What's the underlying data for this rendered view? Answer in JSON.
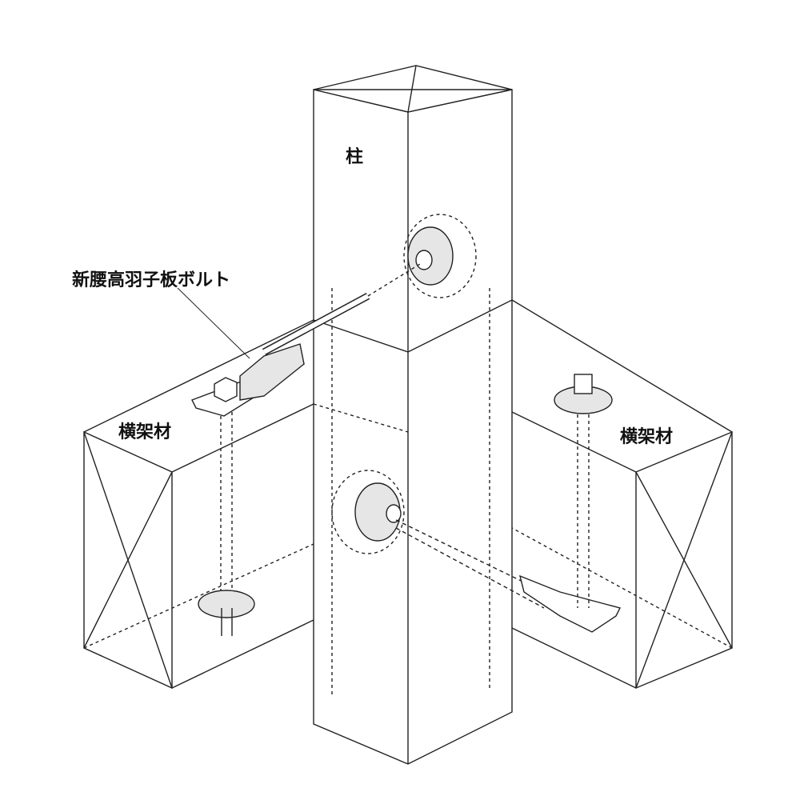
{
  "labels": {
    "column": "柱",
    "bolt": "新腰高羽子板ボルト",
    "beam_left": "横架材",
    "beam_right": "横架材"
  },
  "colors": {
    "line": "#222222",
    "bolt_fill": "#e6e6e6"
  }
}
